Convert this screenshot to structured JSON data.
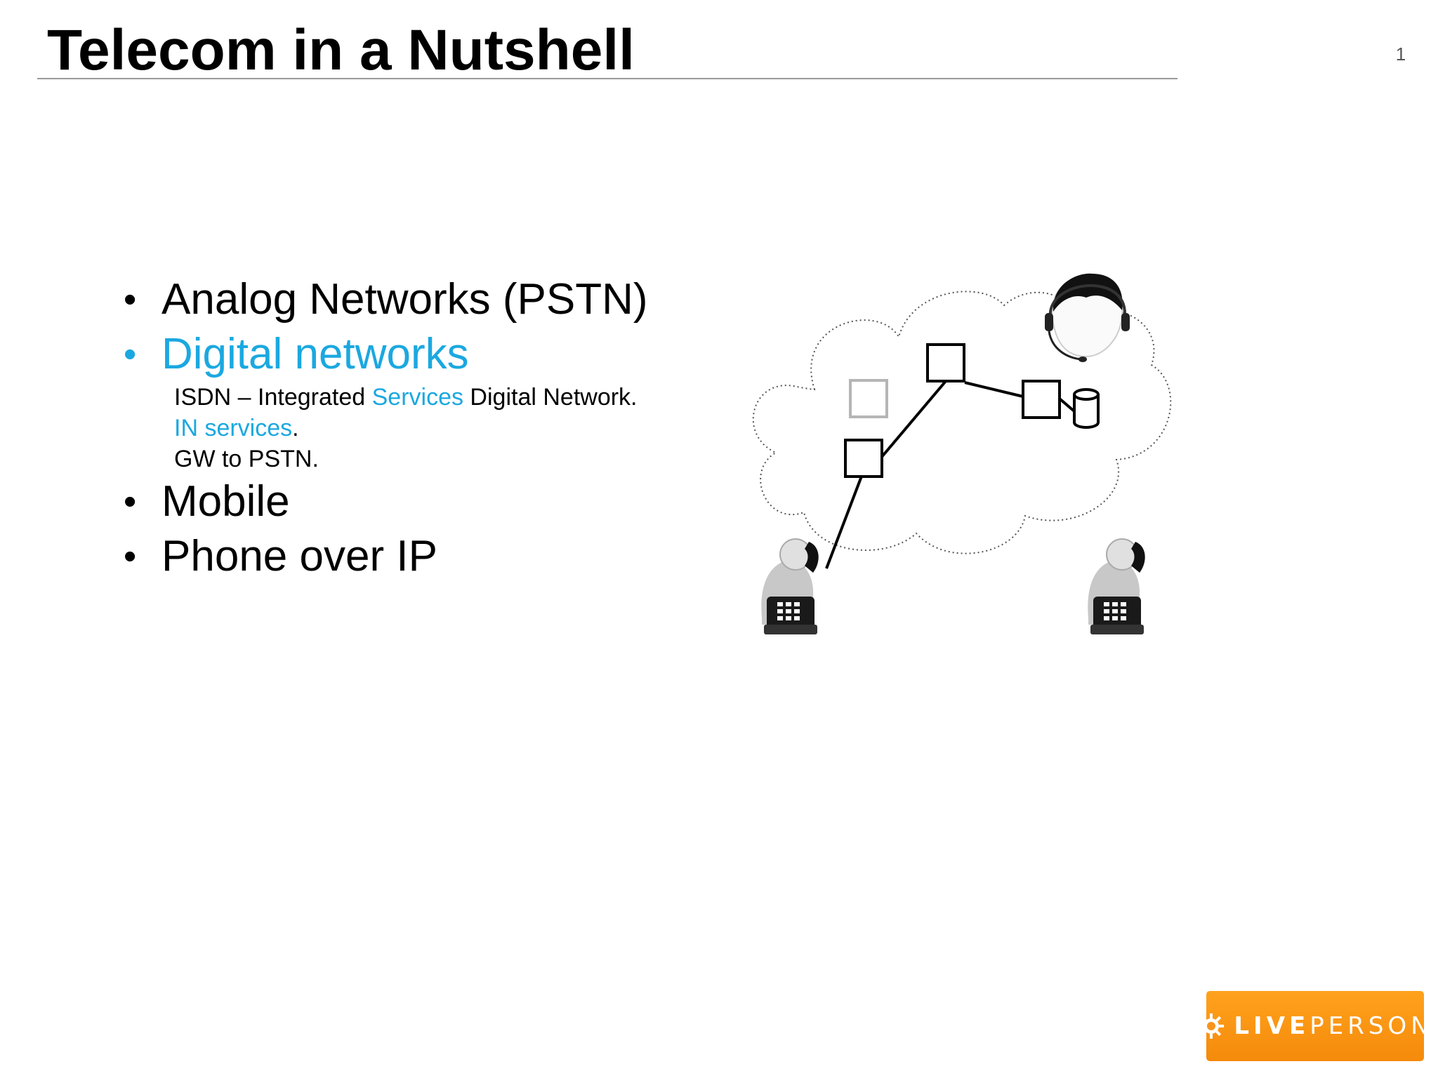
{
  "slide": {
    "title": "Telecom in a Nutshell",
    "page_number": "1"
  },
  "bullets": [
    {
      "text": "Analog Networks (PSTN)",
      "highlighted": false
    },
    {
      "text": "Digital networks",
      "highlighted": true
    },
    {
      "text": "Mobile",
      "highlighted": false
    },
    {
      "text": "Phone over IP",
      "highlighted": false
    }
  ],
  "bullet_marker": "•",
  "digital_subitems": {
    "isdn_prefix": "ISDN – Integrated ",
    "isdn_highlight": "Services",
    "isdn_suffix": " Digital Network.",
    "in_highlight": "IN services",
    "in_suffix": ".",
    "gw": "GW to PSTN."
  },
  "diagram": {
    "icons": [
      "cloud-icon",
      "operator-headset-icon",
      "database-icon",
      "caller-phone-icon",
      "callee-phone-icon"
    ]
  },
  "logo": {
    "brand_bold": "LIVE",
    "brand_light": "PERSON"
  },
  "colors": {
    "accent": "#1ba8e0",
    "logo_orange": "#f7941d"
  }
}
